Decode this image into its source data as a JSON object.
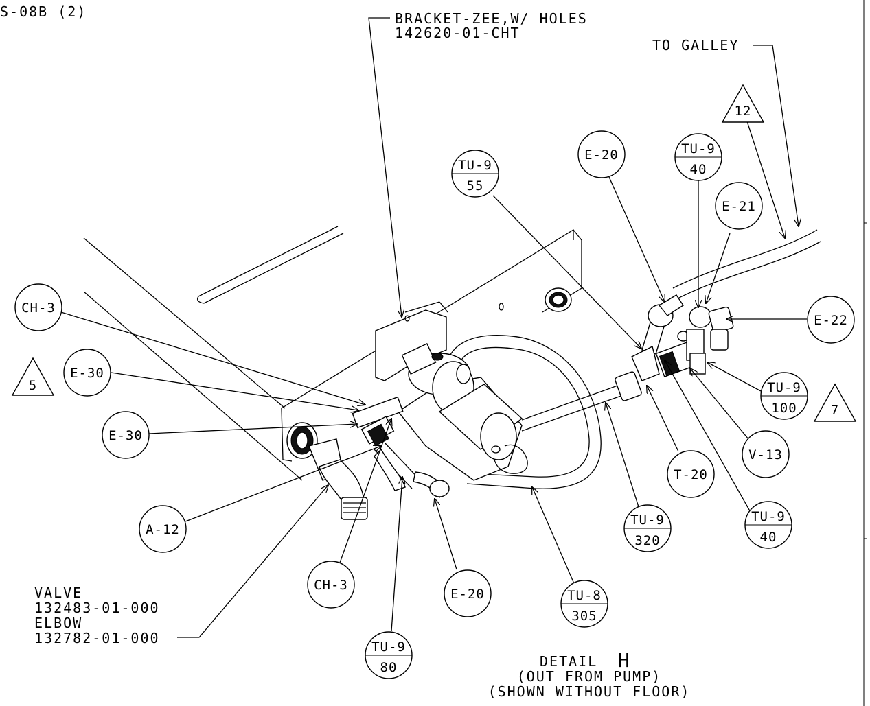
{
  "corner_note": "S-08B (2)",
  "callouts": {
    "bracket_name": "BRACKET-ZEE,W/ HOLES",
    "bracket_part": "142620-01-CHT",
    "to_galley": "TO GALLEY",
    "valve_name": "VALVE",
    "valve_part": "132483-01-000",
    "elbow_name": "ELBOW",
    "elbow_part": "132782-01-000"
  },
  "bubbles_single": {
    "ch3_upper": "CH-3",
    "e30_upper": "E-30",
    "e30_lower": "E-30",
    "a12": "A-12",
    "ch3_lower": "CH-3",
    "e20_lower": "E-20",
    "e20_upper": "E-20",
    "e21": "E-21",
    "e22": "E-22",
    "v13": "V-13",
    "t20": "T-20"
  },
  "bubbles_split": {
    "tu9_55": {
      "code": "TU-9",
      "qty": "55"
    },
    "tu9_40_top": {
      "code": "TU-9",
      "qty": "40"
    },
    "tu9_100": {
      "code": "TU-9",
      "qty": "100"
    },
    "tu9_320": {
      "code": "TU-9",
      "qty": "320"
    },
    "tu9_40_bottom": {
      "code": "TU-9",
      "qty": "40"
    },
    "tu8_305": {
      "code": "TU-8",
      "qty": "305"
    },
    "tu9_80": {
      "code": "TU-9",
      "qty": "80"
    }
  },
  "flags": {
    "five": "5",
    "seven": "7",
    "twelve": "12"
  },
  "detail": {
    "title": "DETAIL",
    "letter": "H",
    "line1": "(OUT FROM PUMP)",
    "line2": "(SHOWN WITHOUT FLOOR)"
  }
}
